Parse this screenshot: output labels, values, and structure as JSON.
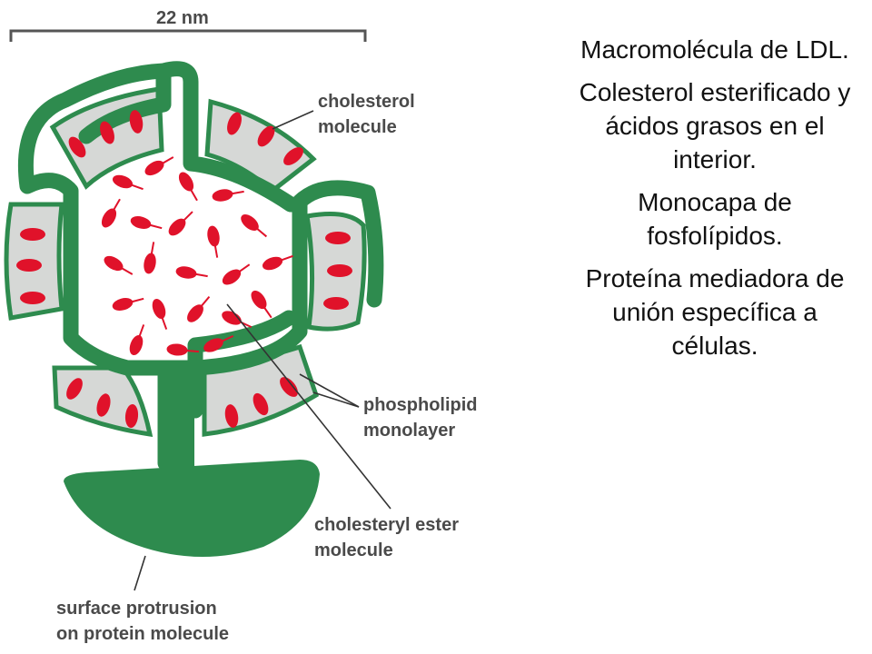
{
  "diagram": {
    "scale_label": "22 nm",
    "labels": {
      "cholesterol_1": "cholesterol",
      "cholesterol_2": "molecule",
      "phospholipid_1": "phospholipid",
      "phospholipid_2": "monolayer",
      "ester_1": "cholesteryl ester",
      "ester_2": "molecule",
      "protrusion_1": "surface protrusion",
      "protrusion_2": "on protein molecule"
    }
  },
  "caption": {
    "p1": "Macromolécula de LDL.",
    "p2": "Colesterol esterificado y ácidos grasos en el interior.",
    "p3": "Monocapa de fosfolípidos.",
    "p4": "Proteína mediadora de unión específica a células."
  },
  "colors": {
    "protein": "#2e8b4e",
    "cholesterol": "#e0122a",
    "monolayer": "#d6d8d6",
    "line": "#333333"
  }
}
